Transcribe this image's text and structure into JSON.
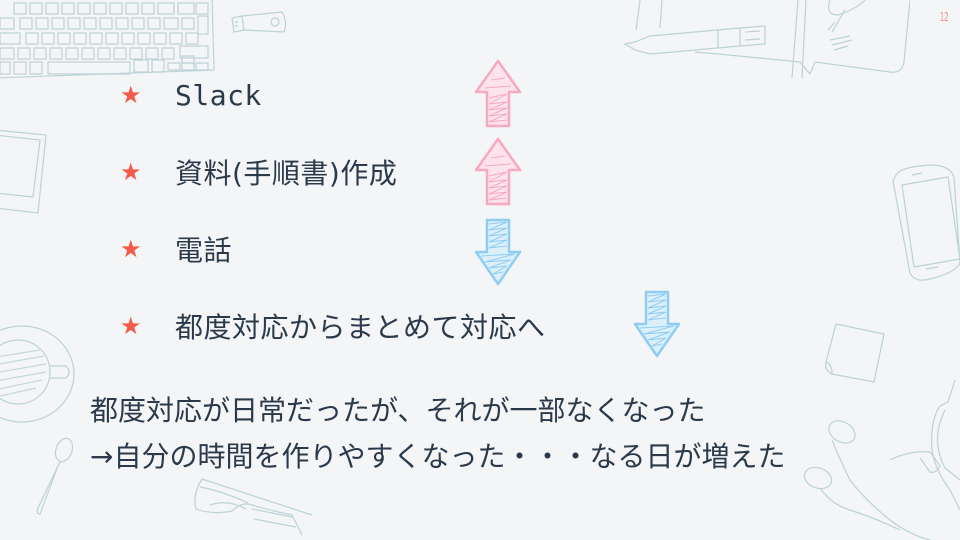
{
  "slide": {
    "page_number": "12",
    "bullet_icon": "star-icon",
    "bullet_color": "#f15b48",
    "text_color": "#2b3a4b",
    "background_color": "#f3f5f7",
    "bullets": [
      {
        "label": "Slack",
        "trend": "up",
        "trend_color": "#f7a9c0"
      },
      {
        "label": "資料(手順書)作成",
        "trend": "up",
        "trend_color": "#f7a9c0"
      },
      {
        "label": "電話",
        "trend": "down",
        "trend_color": "#8fcdf3"
      },
      {
        "label": "都度対応からまとめて対応へ",
        "trend": "down",
        "trend_color": "#8fcdf3"
      }
    ],
    "summary": {
      "line1": "都度対応が日常だったが、それが一部なくなった",
      "line2": "→自分の時間を作りやすくなった・・・なる日が増えた"
    },
    "decorations": [
      "keyboard",
      "usb-drive",
      "pen",
      "notebook",
      "tablet",
      "smartphone",
      "sticky-note",
      "coffee-cup",
      "spoon",
      "glasses",
      "earphones"
    ]
  }
}
